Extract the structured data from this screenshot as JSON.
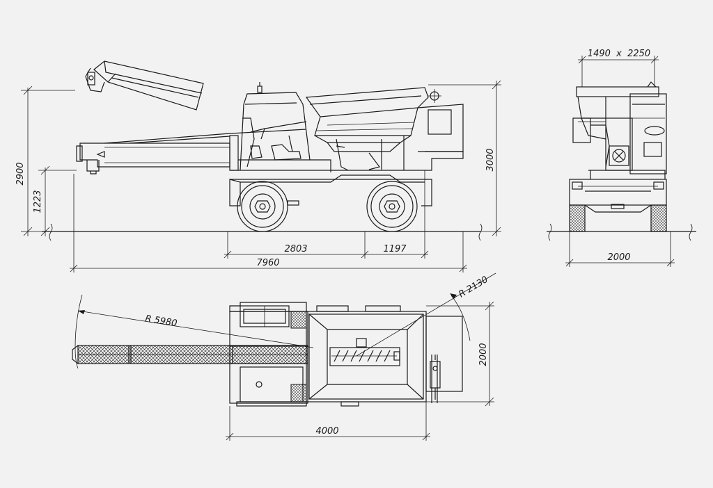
{
  "dimensions": {
    "side_height_total": "2900",
    "side_height_lower": "1223",
    "side_height_right": "3000",
    "wheelbase": "2803",
    "rear_overhang": "1197",
    "overall_length": "7960",
    "front_width_top": "1490  x  2250",
    "front_width_bottom": "2000",
    "plan_radius_auger": "R 5980",
    "plan_radius_turn": "R 2130",
    "plan_width": "2000",
    "plan_length": "4000"
  },
  "colors": {
    "background": "#f2f2f2",
    "line": "#1a1a1a"
  }
}
